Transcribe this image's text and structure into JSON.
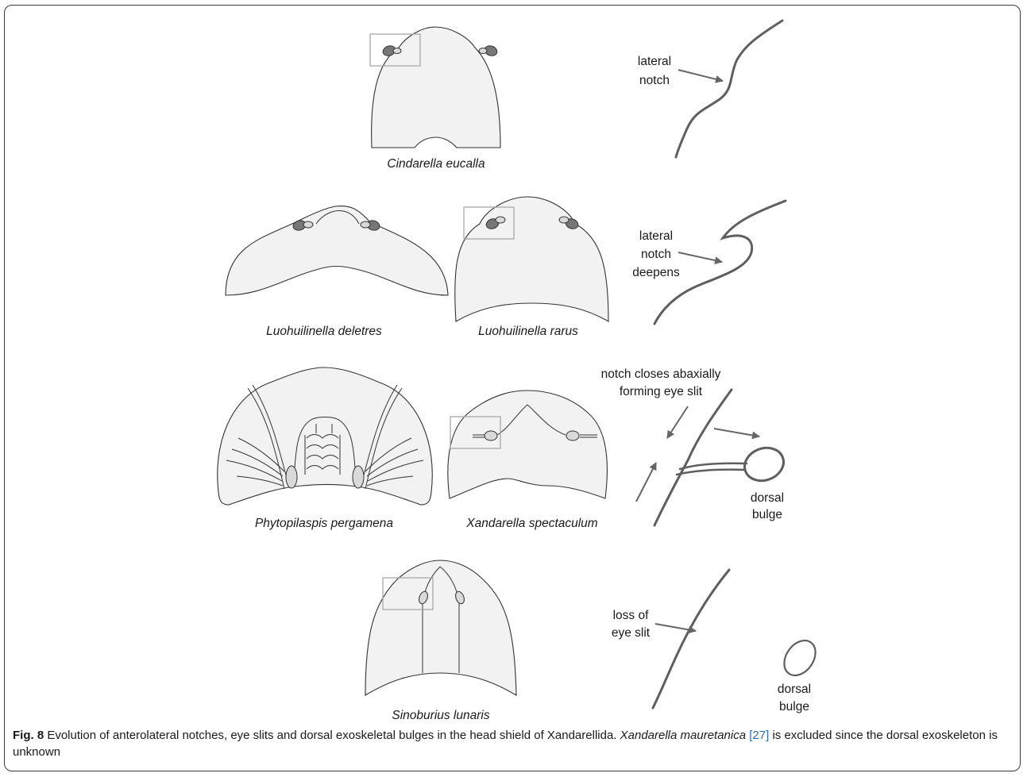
{
  "species": {
    "cindarella": "Cindarella eucalla",
    "luohuilinella_deletres": "Luohuilinella deletres",
    "luohuilinella_rarus": "Luohuilinella rarus",
    "phytopilaspis": "Phytopilaspis pergamena",
    "xandarella": "Xandarella spectaculum",
    "sinoburius": "Sinoburius lunaris"
  },
  "labels": {
    "row1_line1": "lateral",
    "row1_line2": "notch",
    "row2_line1": "lateral",
    "row2_line2": "notch",
    "row2_line3": "deepens",
    "row3_top_line1": "notch closes abaxially",
    "row3_top_line2": "forming eye slit",
    "row3_bulge_line1": "dorsal",
    "row3_bulge_line2": "bulge",
    "row4_line1": "loss of",
    "row4_line2": "eye slit",
    "row4_bulge_line1": "dorsal",
    "row4_bulge_line2": "bulge"
  },
  "caption": {
    "fig_label": "Fig. 8",
    "text_part1": " Evolution of anterolateral notches, eye slits and dorsal exoskeletal bulges in the head shield of Xandarellida. ",
    "species_italic": "Xandarella mauretanica",
    "ref": "[27]",
    "text_part2": " is excluded since the dorsal exoskeleton is unknown"
  },
  "colors": {
    "shield_fill": "#f2f2f2",
    "eye_dark": "#777777",
    "arrow_gray": "#666666",
    "reference_blue": "#2a6db6"
  }
}
